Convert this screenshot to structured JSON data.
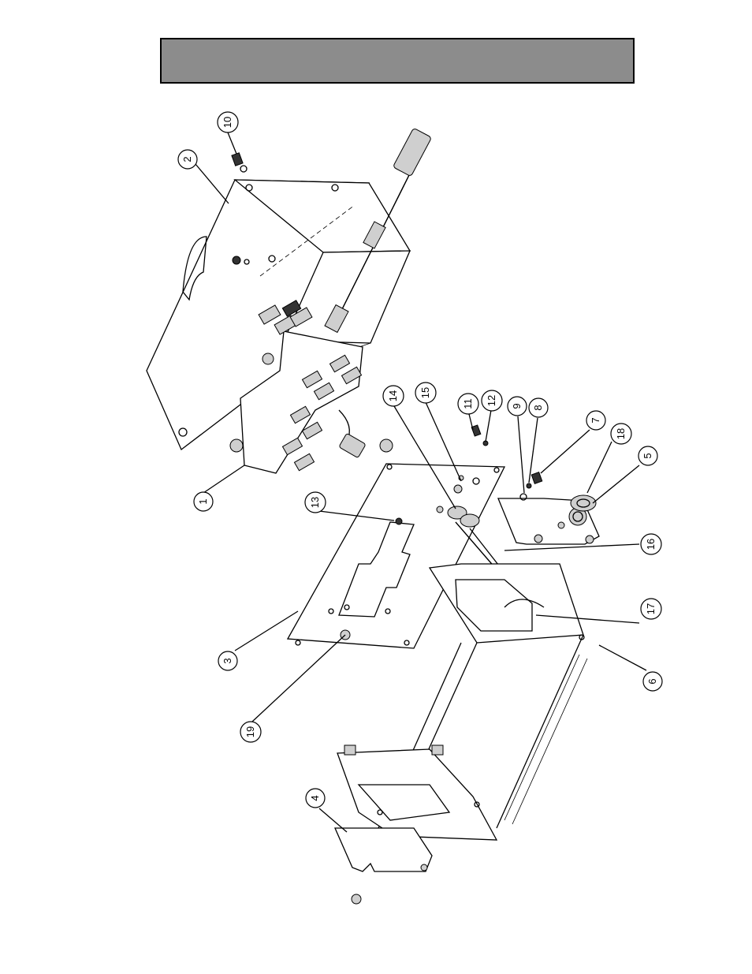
{
  "header": {
    "title": ""
  },
  "callouts": [
    {
      "label": "1"
    },
    {
      "label": "2"
    },
    {
      "label": "3"
    },
    {
      "label": "4"
    },
    {
      "label": "5"
    },
    {
      "label": "6"
    },
    {
      "label": "7"
    },
    {
      "label": "8"
    },
    {
      "label": "9"
    },
    {
      "label": "10"
    },
    {
      "label": "11"
    },
    {
      "label": "12"
    },
    {
      "label": "13"
    },
    {
      "label": "14"
    },
    {
      "label": "15"
    },
    {
      "label": "16"
    },
    {
      "label": "17"
    },
    {
      "label": "18"
    },
    {
      "label": "19"
    }
  ]
}
